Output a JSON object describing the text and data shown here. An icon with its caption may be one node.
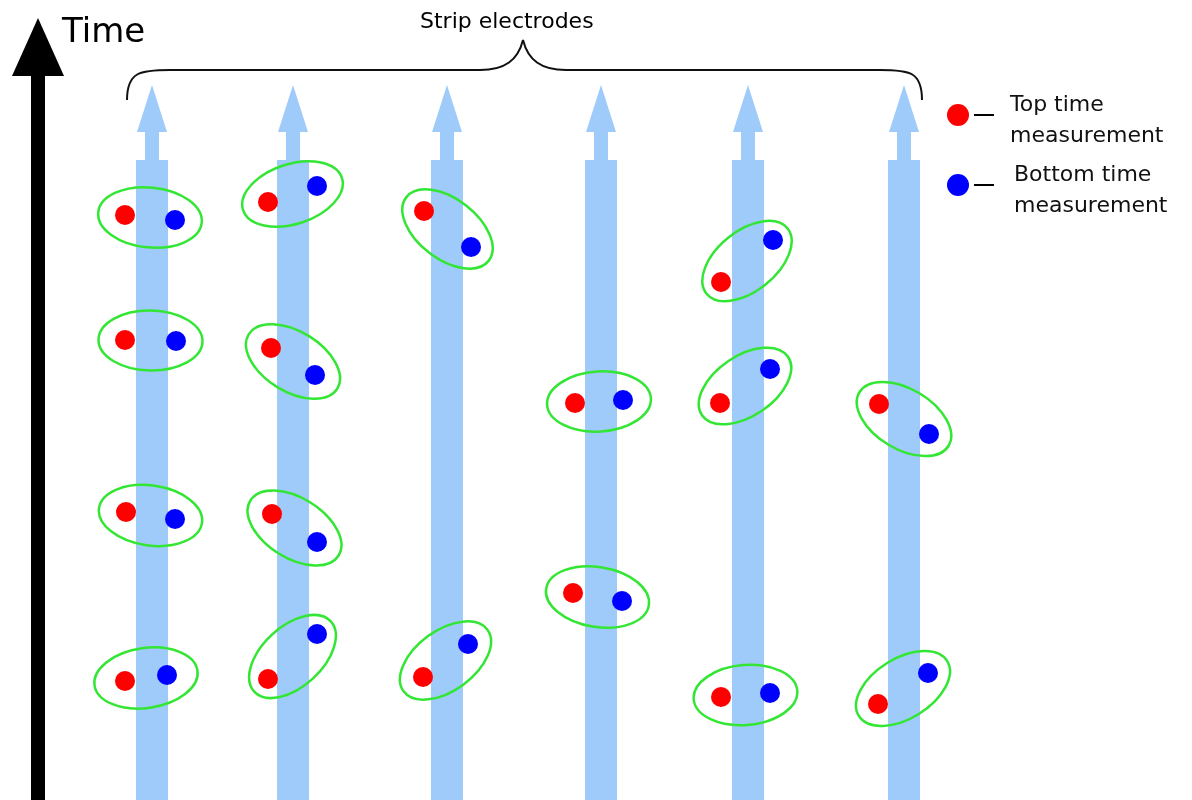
{
  "diagram": {
    "labels": [
      "Time",
      "Strip electrodes"
    ],
    "legend": [
      {
        "text": "Top time measurement",
        "color": "#ff0000"
      },
      {
        "text": "Bottom time measurement",
        "color": "#0000ff"
      }
    ]
  }
}
